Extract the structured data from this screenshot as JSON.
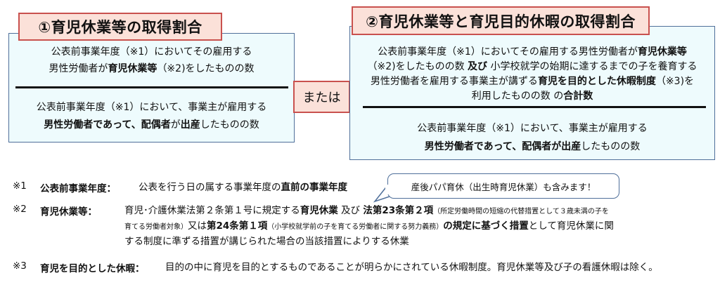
{
  "box1": {
    "title": "①育児休業等の取得割合",
    "numerator": [
      [
        {
          "t": "公表前事業年度（※1）においてその雇用する"
        }
      ],
      [
        {
          "t": "男性労働者が"
        },
        {
          "t": "育児休業等",
          "b": true
        },
        {
          "t": "（※2)をしたものの数"
        }
      ]
    ],
    "denominator": [
      [
        {
          "t": "公表前事業年度（※1）において、事業主が雇用する"
        }
      ],
      [
        {
          "t": "男性労働者であって、配偶者",
          "b": true
        },
        {
          "t": "が"
        },
        {
          "t": "出産",
          "b": true
        },
        {
          "t": "したものの数"
        }
      ]
    ]
  },
  "or_label": "または",
  "box2": {
    "title": "②育児休業等と育児目的休暇の取得割合",
    "numerator": [
      [
        {
          "t": "公表前事業年度（※1）においてその雇用する男性労働者が"
        },
        {
          "t": "育児休業等",
          "b": true
        }
      ],
      [
        {
          "t": "（※2)をしたものの数 "
        },
        {
          "t": "及び",
          "b": true
        },
        {
          "t": " 小学校就学の始期に達するまでの子を養育する"
        }
      ],
      [
        {
          "t": "男性労働者を雇用する事業主が講ずる"
        },
        {
          "t": "育児を目的とした休暇制度",
          "b": true
        },
        {
          "t": "（※3)を"
        }
      ],
      [
        {
          "t": "利用したものの数 の"
        },
        {
          "t": "合計数",
          "b": true
        }
      ]
    ],
    "denominator": [
      [
        {
          "t": "公表前事業年度（※1）において、事業主が雇用する"
        }
      ],
      [
        {
          "t": "男性労働者であって、配偶者が出産",
          "b": true
        },
        {
          "t": "したものの数"
        }
      ]
    ]
  },
  "callout": "産後パパ育休（出生時育児休業）も含みます！",
  "notes": [
    {
      "mark": "※1",
      "term": "公表前事業年度：",
      "lines": [
        [
          {
            "t": "公表を行う日の属する事業年度の"
          },
          {
            "t": "直前の事業年度",
            "b": true
          }
        ]
      ]
    },
    {
      "mark": "※2",
      "term": "育児休業等：",
      "lines": [
        [
          {
            "t": "育児･介護休業法第２条第１号に規定する"
          },
          {
            "t": "育児休業",
            "b": true
          },
          {
            "t": " 及び "
          },
          {
            "t": "法第23条第２項",
            "b": true
          },
          {
            "t": "（所定労働時間の短縮の代替措置として３歳未満の子を",
            "s": true
          }
        ],
        [
          {
            "t": "育てる労働者対象）",
            "s": true
          },
          {
            "t": "又は"
          },
          {
            "t": "第24条第１項",
            "b": true
          },
          {
            "t": "（小学校就学前の子を育てる労働者に関する努力義務）",
            "s": true
          },
          {
            "t": "の規定に基づく措置",
            "b": true
          },
          {
            "t": "として育児休業に関"
          }
        ],
        [
          {
            "t": "する制度に準ずる措置が講じられた場合の当該措置によりする休業"
          }
        ]
      ]
    },
    {
      "mark": "※3",
      "term": "育児を目的とした休暇：",
      "lines": [
        [
          {
            "t": "目的の中に育児を目的とするものであることが明らかにされている休暇制度。育児休業等及び子の看護休暇は除く。"
          }
        ]
      ]
    }
  ]
}
